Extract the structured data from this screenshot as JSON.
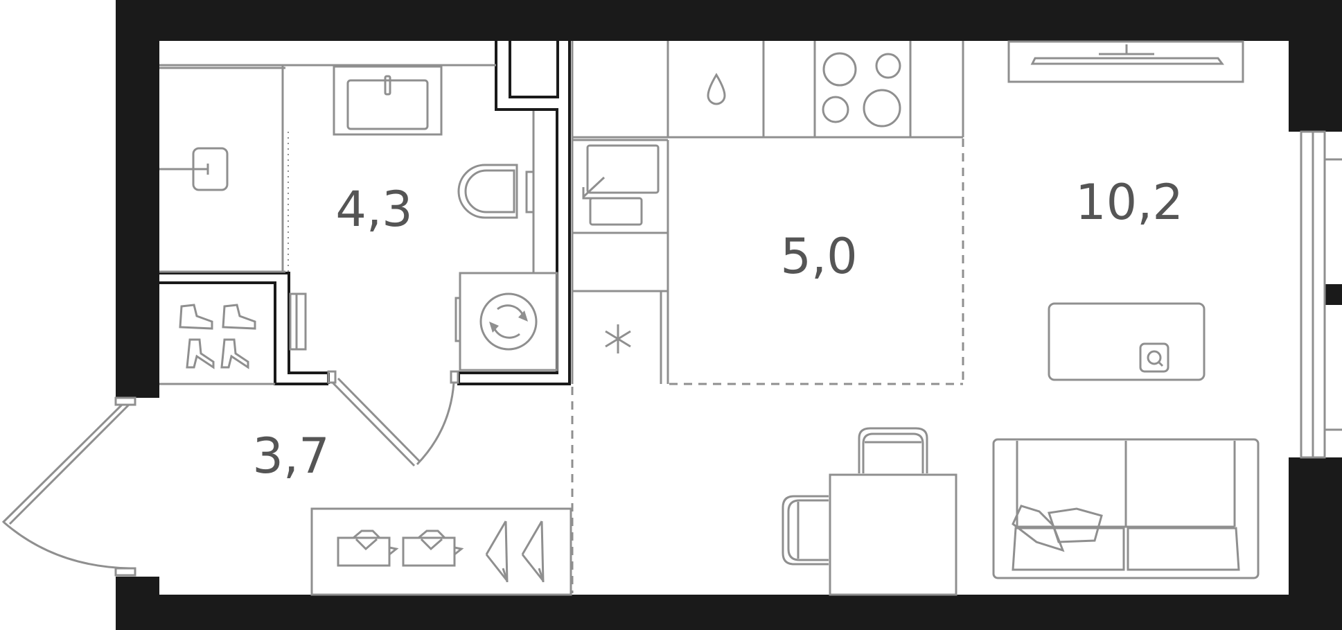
{
  "floor_plan": {
    "rooms": [
      {
        "id": "bathroom",
        "area_label": "4,3"
      },
      {
        "id": "kitchen",
        "area_label": "5,0"
      },
      {
        "id": "living-room",
        "area_label": "10,2"
      },
      {
        "id": "hallway",
        "area_label": "3,7"
      }
    ],
    "colors": {
      "wall": "#1a1a1a",
      "furniture_line": "#8f8f8f",
      "label_text": "#555555",
      "background": "#ffffff"
    },
    "icons": [
      "sink-icon",
      "toilet-icon",
      "shower-icon",
      "washing-machine-icon",
      "water-drop-icon",
      "stove-icon",
      "kitchen-sink-icon",
      "fridge-snowflake-icon",
      "tv-icon",
      "shoes-icon",
      "hanger-icon",
      "table-icon",
      "chair-icon",
      "sofa-icon",
      "pillow-icon",
      "ottoman-icon"
    ]
  }
}
